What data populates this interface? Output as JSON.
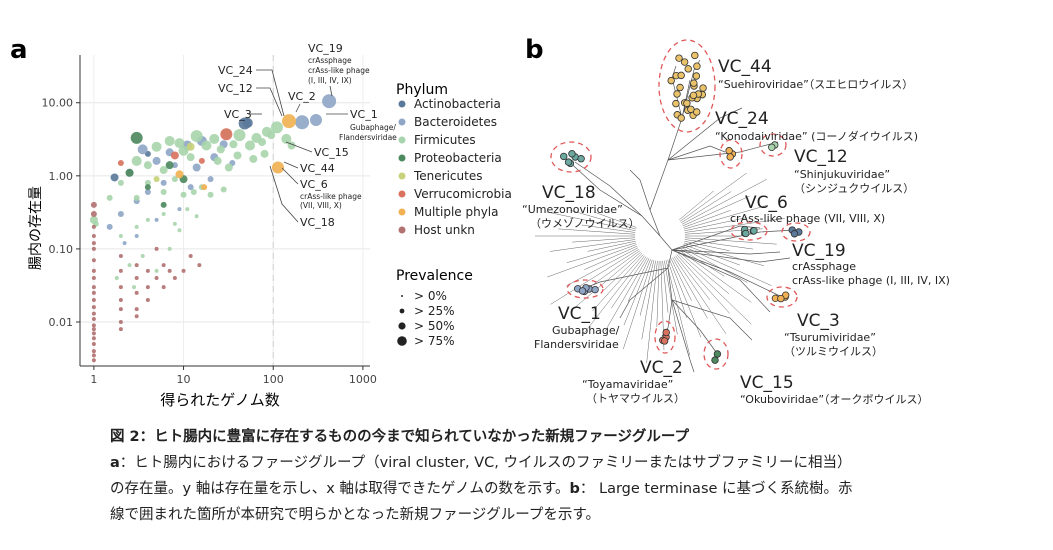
{
  "panel_a": {
    "label": "a",
    "ylabel": "腸内の存在量",
    "xlabel": "得られたゲノム数",
    "legend_title": "Phylum",
    "phyla": [
      {
        "name": "Actinobacteria",
        "color": "#5b7a9a"
      },
      {
        "name": "Bacteroidetes",
        "color": "#8fa7c7"
      },
      {
        "name": "Firmicutes",
        "color": "#a8d5ad"
      },
      {
        "name": "Proteobacteria",
        "color": "#4e8a5f"
      },
      {
        "name": "Tenericutes",
        "color": "#c8d27a"
      },
      {
        "name": "Verrucomicrobia",
        "color": "#d9735f"
      },
      {
        "name": "Multiple phyla",
        "color": "#f0b254"
      },
      {
        "name": "Host unkn",
        "color": "#b27272"
      }
    ],
    "prevalence_title": "Prevalence",
    "prevalence": [
      {
        "label": "> 0%",
        "r": 1.2
      },
      {
        "label": "> 25%",
        "r": 3
      },
      {
        "label": "> 50%",
        "r": 4.5
      },
      {
        "label": "> 75%",
        "r": 6
      }
    ],
    "vc_labels": {
      "vc24": "VC_24",
      "vc12": "VC_12",
      "vc3": "VC_3",
      "vc2": "VC_2",
      "vc19": "VC_19",
      "vc19_sub": [
        "crAssphage",
        "crAss-like phage",
        "(I, III, IV, IX)"
      ],
      "vc1": "VC_1",
      "vc1_sub": [
        "Gubaphage/",
        "Flandersviridae"
      ],
      "vc15": "VC_15",
      "vc44": "VC_44",
      "vc6": "VC_6",
      "vc6_sub": [
        "crAss-like phage",
        "(VII, VIII, X)"
      ],
      "vc18": "VC_18"
    }
  },
  "chart_data": {
    "type": "scatter",
    "title": "",
    "xlabel": "得られたゲノム数",
    "ylabel": "腸内の存在量",
    "x_scale": "log",
    "y_scale": "log",
    "xlim": [
      0.7,
      1200
    ],
    "ylim": [
      0.0025,
      45
    ],
    "xticks": [
      1,
      10,
      100,
      1000
    ],
    "xtick_labels": [
      "1",
      "10",
      "100",
      "1000"
    ],
    "yticks": [
      0.01,
      0.1,
      1,
      10
    ],
    "ytick_labels": [
      "0.01",
      "0.10",
      "1.00",
      "10.00"
    ],
    "grid": true,
    "legend_position": "right",
    "series": [
      {
        "name": "Actinobacteria",
        "color": "#5b7a9a",
        "points": [
          [
            48,
            5.2
          ],
          [
            52,
            5.3
          ],
          [
            1.7,
            0.95
          ],
          [
            4,
            2.0
          ]
        ],
        "r": [
          6,
          5,
          4,
          3
        ]
      },
      {
        "name": "Bacteroidetes",
        "color": "#8fa7c7",
        "points": [
          [
            420,
            10.5
          ],
          [
            300,
            5.8
          ],
          [
            210,
            5.4
          ],
          [
            2.5,
            1.1
          ],
          [
            3.5,
            2.3
          ],
          [
            5,
            1.6
          ],
          [
            7,
            2.1
          ],
          [
            8,
            1.4
          ],
          [
            6,
            0.8
          ],
          [
            2,
            0.3
          ],
          [
            3,
            0.45
          ],
          [
            11,
            2.6
          ],
          [
            14,
            1.3
          ],
          [
            16,
            3.0
          ],
          [
            22,
            1.8
          ],
          [
            28,
            2.7
          ],
          [
            35,
            1.5
          ],
          [
            12,
            0.7
          ],
          [
            20,
            0.9
          ],
          [
            4,
            0.6
          ],
          [
            1.5,
            0.2
          ],
          [
            2.2,
            0.12
          ],
          [
            3,
            0.15
          ],
          [
            5,
            0.25
          ],
          [
            9,
            0.35
          ]
        ],
        "r": [
          7,
          6,
          7,
          4,
          5,
          4,
          4,
          3,
          3,
          3,
          3,
          5,
          4,
          5,
          4,
          4,
          3,
          3,
          3,
          3,
          3,
          2,
          2,
          2,
          2
        ]
      },
      {
        "name": "Firmicutes",
        "color": "#a8d5ad",
        "points": [
          [
            1,
            0.25
          ],
          [
            1.05,
            0.22
          ],
          [
            1.5,
            0.5
          ],
          [
            2,
            0.8
          ],
          [
            3,
            1.6
          ],
          [
            4,
            1.4
          ],
          [
            5,
            2.5
          ],
          [
            6,
            1.2
          ],
          [
            7,
            3.0
          ],
          [
            9,
            2.8
          ],
          [
            10,
            2.2
          ],
          [
            12,
            1.8
          ],
          [
            14,
            3.5
          ],
          [
            18,
            2.6
          ],
          [
            22,
            3.2
          ],
          [
            26,
            2.3
          ],
          [
            30,
            3.8
          ],
          [
            36,
            2.7
          ],
          [
            42,
            3.6
          ],
          [
            55,
            2.6
          ],
          [
            65,
            3.3
          ],
          [
            75,
            2.9
          ],
          [
            85,
            4.0
          ],
          [
            95,
            3.6
          ],
          [
            110,
            4.6
          ],
          [
            140,
            3.2
          ],
          [
            160,
            2.6
          ],
          [
            24,
            1.6
          ],
          [
            32,
            1.3
          ],
          [
            40,
            1.9
          ],
          [
            60,
            1.7
          ],
          [
            80,
            2.0
          ],
          [
            3,
            0.5
          ],
          [
            4,
            0.8
          ],
          [
            6,
            0.6
          ],
          [
            8,
            0.9
          ],
          [
            10,
            0.55
          ],
          [
            13,
            0.6
          ],
          [
            16,
            0.7
          ],
          [
            20,
            0.55
          ],
          [
            28,
            0.65
          ],
          [
            2,
            0.15
          ],
          [
            3,
            0.2
          ],
          [
            4,
            0.25
          ],
          [
            6,
            0.3
          ],
          [
            8,
            0.22
          ],
          [
            11,
            0.35
          ],
          [
            14,
            0.28
          ],
          [
            2.5,
            0.06
          ],
          [
            3.5,
            0.08
          ],
          [
            5,
            0.05
          ],
          [
            7,
            0.1
          ],
          [
            1.8,
            0.04
          ],
          [
            2.8,
            0.03
          ],
          [
            9,
            0.18
          ]
        ],
        "r": [
          4,
          3,
          3,
          3,
          5,
          4,
          5,
          4,
          5,
          5,
          5,
          4,
          6,
          5,
          5,
          4,
          5,
          4,
          6,
          5,
          5,
          4,
          5,
          4,
          6,
          5,
          4,
          4,
          4,
          4,
          4,
          4,
          3,
          3,
          3,
          3,
          3,
          3,
          3,
          3,
          3,
          2,
          2,
          2,
          2,
          2,
          2,
          2,
          2,
          2,
          2,
          2,
          2,
          2,
          2
        ]
      },
      {
        "name": "Proteobacteria",
        "color": "#4e8a5f",
        "points": [
          [
            3,
            3.3
          ],
          [
            2.5,
            1.1
          ],
          [
            6,
            0.4
          ],
          [
            7,
            1.4
          ],
          [
            10,
            0.9
          ],
          [
            4,
            0.7
          ]
        ],
        "r": [
          6,
          4,
          3,
          4,
          4,
          3
        ]
      },
      {
        "name": "Tenericutes",
        "color": "#c8d27a",
        "points": [
          [
            12,
            2.5
          ],
          [
            5,
            0.9
          ]
        ],
        "r": [
          4,
          3
        ]
      },
      {
        "name": "Verrucomicrobia",
        "color": "#d9735f",
        "points": [
          [
            30,
            3.7
          ],
          [
            8,
            1.9
          ],
          [
            16,
            1.6
          ],
          [
            2,
            1.5
          ]
        ],
        "r": [
          6,
          4,
          3,
          3
        ]
      },
      {
        "name": "Multiple phyla",
        "color": "#f0b254",
        "points": [
          [
            150,
            5.6
          ],
          [
            113,
            1.3
          ],
          [
            9,
            1.05
          ],
          [
            17,
            0.7
          ]
        ],
        "r": [
          7,
          6,
          4,
          3
        ]
      },
      {
        "name": "Host unkn",
        "color": "#b27272",
        "points": [
          [
            1,
            0.4
          ],
          [
            1,
            0.3
          ],
          [
            1,
            0.2
          ],
          [
            1,
            0.1
          ],
          [
            1,
            0.07
          ],
          [
            1,
            0.05
          ],
          [
            1,
            0.04
          ],
          [
            1,
            0.03
          ],
          [
            1,
            0.025
          ],
          [
            1,
            0.02
          ],
          [
            1,
            0.016
          ],
          [
            1,
            0.013
          ],
          [
            1,
            0.011
          ],
          [
            1,
            0.009
          ],
          [
            1,
            0.008
          ],
          [
            1,
            0.007
          ],
          [
            1,
            0.006
          ],
          [
            1,
            0.005
          ],
          [
            1,
            0.004
          ],
          [
            1,
            0.0035
          ],
          [
            1,
            0.003
          ],
          [
            2,
            0.08
          ],
          [
            2,
            0.05
          ],
          [
            2,
            0.03
          ],
          [
            2,
            0.02
          ],
          [
            2,
            0.015
          ],
          [
            2,
            0.01
          ],
          [
            2,
            0.008
          ],
          [
            3,
            0.06
          ],
          [
            3,
            0.04
          ],
          [
            3,
            0.025
          ],
          [
            3,
            0.015
          ],
          [
            3,
            0.012
          ],
          [
            4,
            0.05
          ],
          [
            4,
            0.03
          ],
          [
            4,
            0.02
          ],
          [
            5,
            0.1
          ],
          [
            5,
            0.04
          ],
          [
            6,
            0.06
          ],
          [
            6,
            0.03
          ],
          [
            7,
            0.05
          ],
          [
            8,
            0.04
          ],
          [
            10,
            0.05
          ],
          [
            12,
            0.08
          ],
          [
            15,
            0.06
          ],
          [
            1,
            0.15
          ],
          [
            1,
            0.12
          ]
        ],
        "r": [
          3,
          3,
          2,
          2,
          2,
          2,
          2,
          2,
          2,
          2,
          2,
          2,
          2,
          2,
          2,
          2,
          2,
          2,
          2,
          2,
          2,
          2,
          2,
          2,
          2,
          2,
          2,
          2,
          2,
          2,
          2,
          2,
          2,
          2,
          2,
          2,
          2,
          2,
          2,
          2,
          2,
          2,
          2,
          2,
          2,
          2,
          2
        ]
      }
    ]
  },
  "panel_b": {
    "label": "b",
    "vc44": {
      "name": "VC_44",
      "sub1": "“Suehiroviridae”（スエヒロウイルス）"
    },
    "vc24": {
      "name": "VC_24",
      "sub1": "“Konodaiviridae” (コーノダイウイルス)"
    },
    "vc12": {
      "name": "VC_12",
      "sub1": "“Shinjukuviridae”",
      "sub2": "（シンジュクウイルス）"
    },
    "vc18": {
      "name": "VC_18",
      "sub1": "“Umezonoviridae”",
      "sub2": "（ウメゾノウイルス）"
    },
    "vc6": {
      "name": "VC_6",
      "sub1": "crAss-like phage (VII, VIII, X)"
    },
    "vc19": {
      "name": "VC_19",
      "sub1": "crAssphage",
      "sub2": "crAss-like phage (I, III, IV, IX)"
    },
    "vc1": {
      "name": "VC_1",
      "sub1": "Gubaphage/",
      "sub2": "Flandersviridae"
    },
    "vc3": {
      "name": "VC_3",
      "sub1": "“Tsurumiviridae”",
      "sub2": "（ツルミウイルス）"
    },
    "vc2": {
      "name": "VC_2",
      "sub1": "“Toyamaviridae”",
      "sub2": "（トヤマウイルス）"
    },
    "vc15": {
      "name": "VC_15",
      "sub1": "“Okuboviridae”（オークボウイルス）"
    }
  },
  "caption": {
    "title": "図 2：ヒト腸内に豊富に存在するものの今まで知られていなかった新規ファージグループ",
    "a_key": "a",
    "line1": "：ヒト腸内におけるファージグループ（viral cluster, VC, ウイルスのファミリーまたはサブファミリーに相当）",
    "line2a": "の存在量。y 軸は存在量を示し、x 軸は取得できたゲノムの数を示す。",
    "b_key": "b",
    "line2b": "： Large terminase に基づく系統樹。赤",
    "line3": "線で囲まれた箇所が本研究で明らかとなった新規ファージグループを示す。"
  }
}
